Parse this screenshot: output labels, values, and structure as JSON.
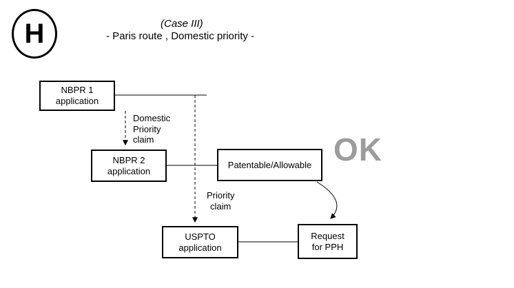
{
  "page": {
    "badge_letter": "H",
    "title": "(Case III)",
    "subtitle": "- Paris route , Domestic priority -"
  },
  "nodes": {
    "nbpr1": "NBPR 1\napplication",
    "nbpr2": "NBPR 2\napplication",
    "patentable": "Patentable/Allowable",
    "uspto": "USPTO\napplication",
    "request_pph": "Request\nfor PPH"
  },
  "labels": {
    "domestic_priority_claim": "Domestic\nPriority\nclaim",
    "priority_claim": "Priority\nclaim",
    "ok": "OK"
  },
  "colors": {
    "line": "#000000",
    "ok_gray": "#9c9c9c",
    "background": "#ffffff"
  }
}
